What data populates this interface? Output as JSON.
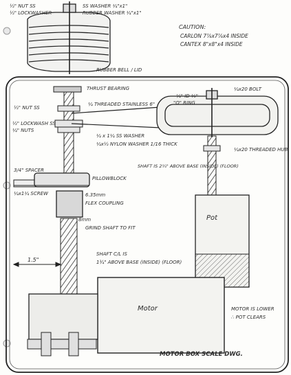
{
  "labels": {
    "nut_top": "½\" NUT SS",
    "lockwasher_top": "½\" LOCKWASHER",
    "ss_washer_top": "SS WASHER ¼\"x1\"",
    "rubber_washer": "RUBBER WASHER ¼\"x1\"",
    "caution": "CAUTION:",
    "carlon": "CARLON  7⅞x7⅞x4 INSIDE",
    "cantex": "CANTEX  8\"x8\"x4 INSIDE",
    "rubber_bell": "RUBBER BELL / LID",
    "thrust_bearing": "THRUST BEARING",
    "nut_mid": "½\" NUT SS",
    "threaded_ss": "¼ THREADED STAINLESS 6\"",
    "oring": "\"O\" RING",
    "id_frac": "¼\" ID ⅛\"",
    "bolt": "¼x20 BOLT",
    "lockwasher_mid": "½\" LOCKWASH SS",
    "nuts_mid": "¼\" NUTS",
    "ss_washer_mid": "¼ x 1¼ SS WASHER",
    "nylon_washer": "¼x½ NYLON WASHER 1/16 THICK",
    "threaded_hub": "¼x20 THREADED HUB",
    "shaft_above": "SHAFT IS 2¼\" ABOVE BASE (INSIDE) (FLOOR)",
    "spacer": "3/4\" SPACER",
    "pillowblock": "PILLOWBLOCK",
    "screw": "¼x1¼ SCREW",
    "flex_mm": "6.35mm",
    "flex_coupling": "FLEX COUPLING",
    "mm8": "8mm",
    "grind": "GRIND SHAFT TO FIT",
    "pot": "Pot",
    "dim_15": "1.5\"",
    "shaft_cl": "SHAFT C/L IS",
    "above_base": "1¾\" ABOVE BASE (INSIDE) (FLOOR)",
    "motor": "Motor",
    "motor_lower": "MOTOR IS LOWER",
    "pot_clears": "∴ POT CLEARS",
    "title": "MOTOR BOX SCALE DWG."
  }
}
